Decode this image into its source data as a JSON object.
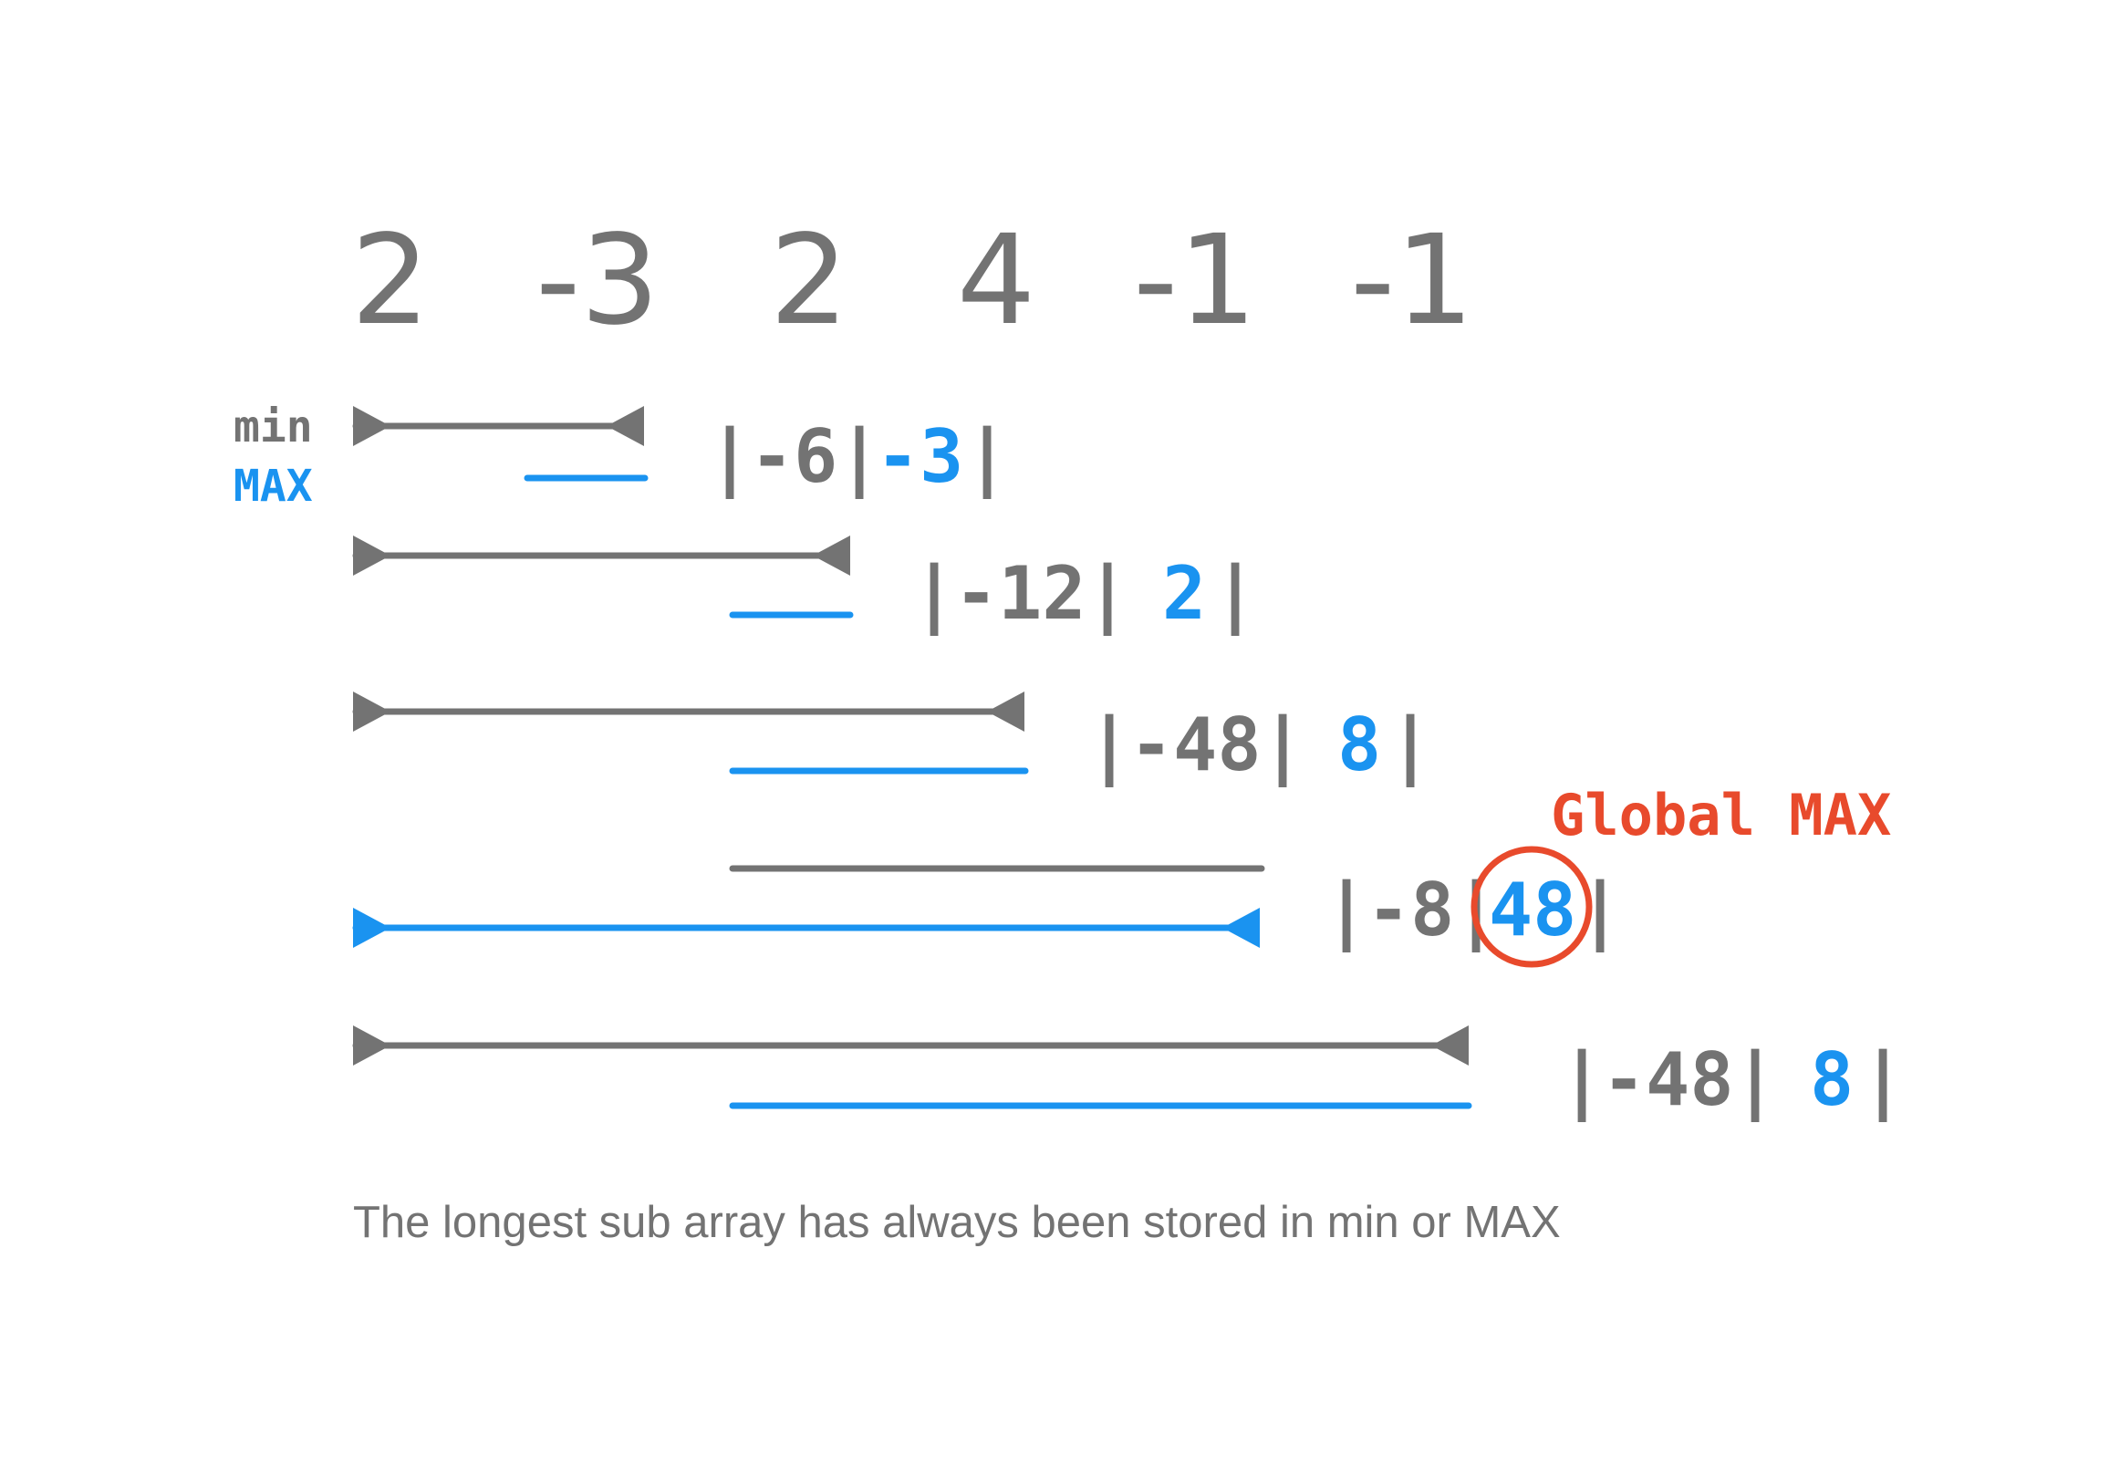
{
  "array": [
    "2",
    "-3",
    "2",
    "4",
    "-1",
    "-1"
  ],
  "legend": {
    "min": "min",
    "max": "MAX"
  },
  "rows": [
    {
      "min": "-6",
      "max": "-3"
    },
    {
      "min": "-12",
      "max": "2"
    },
    {
      "min": "-48",
      "max": "8"
    },
    {
      "min": "-8",
      "max": "48"
    },
    {
      "min": "-48",
      "max": "8"
    }
  ],
  "global_label": "Global MAX",
  "caption": "The longest sub array has always been stored in min or MAX",
  "colors": {
    "gray": "#737373",
    "blue": "#1a93f0",
    "highlight": "#e84a2c"
  }
}
